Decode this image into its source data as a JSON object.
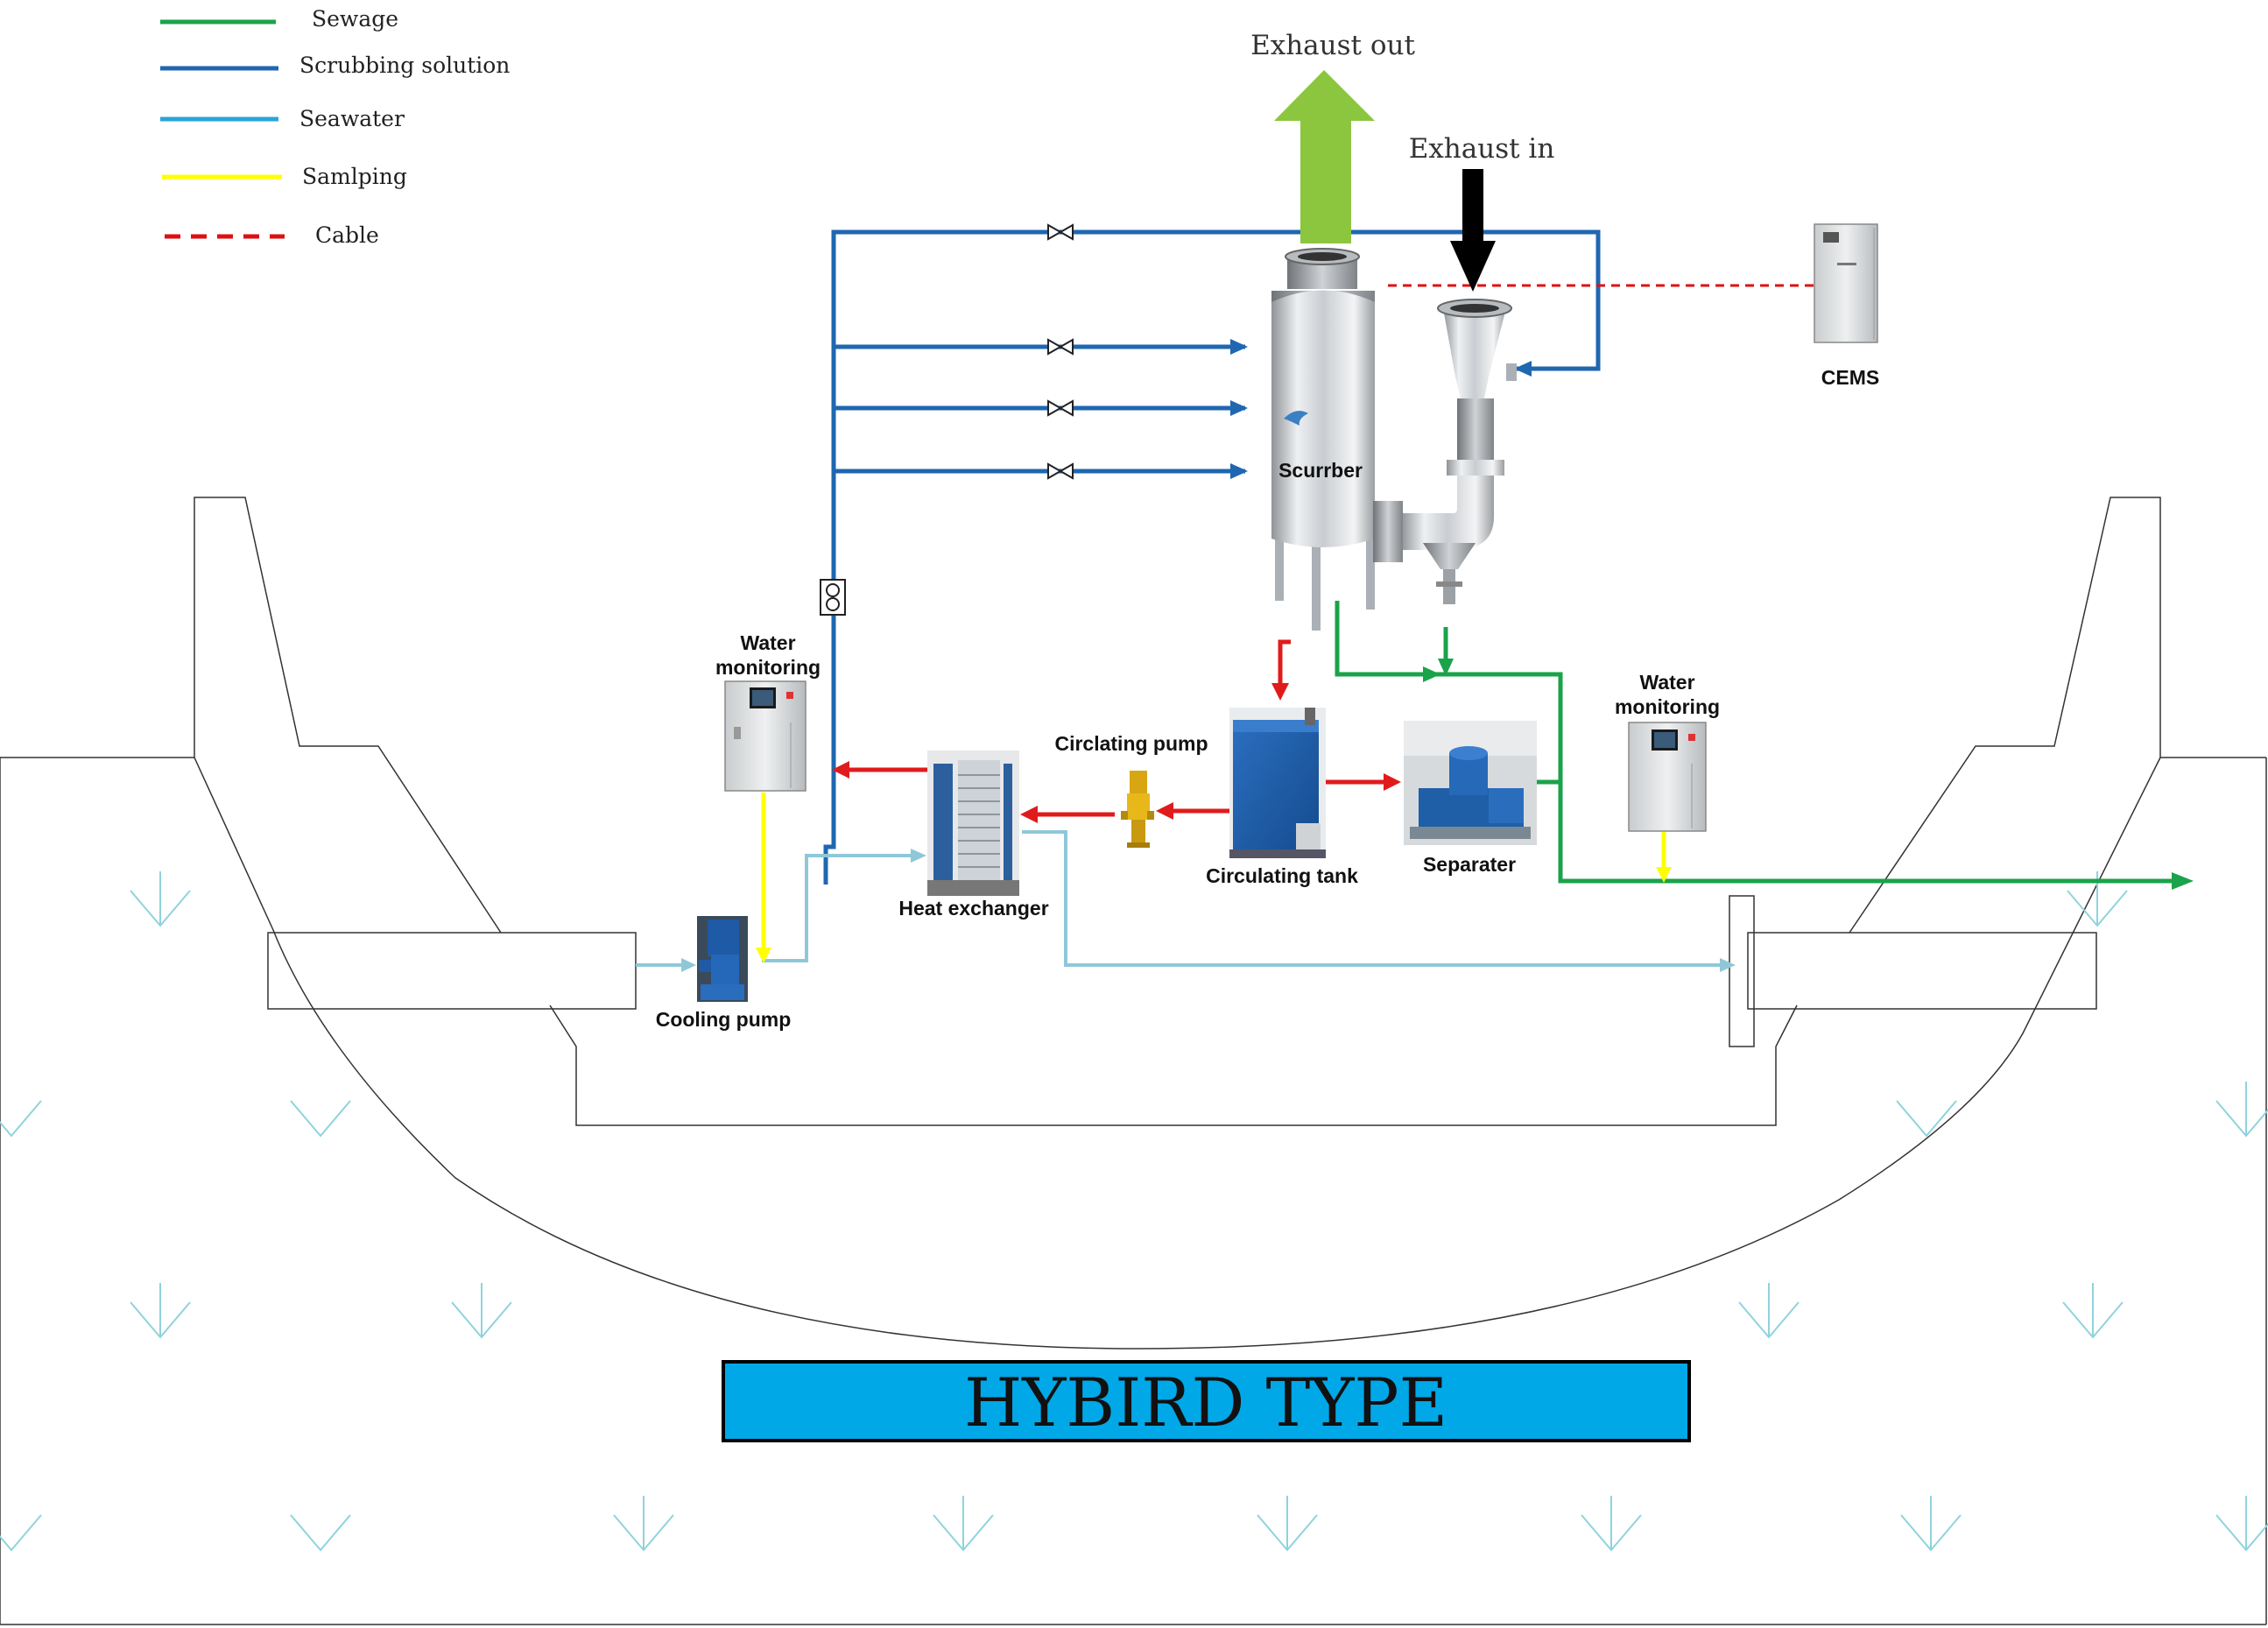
{
  "title": "HYBIRD TYPE",
  "legend": [
    {
      "label": "Sewage",
      "color": "#1aa34a",
      "style": "solid"
    },
    {
      "label": "Scrubbing solution",
      "color": "#1f67b0",
      "style": "solid"
    },
    {
      "label": "Seawater",
      "color": "#2aa4d8",
      "style": "solid"
    },
    {
      "label": "Samlping",
      "color": "#ffff00",
      "style": "solid"
    },
    {
      "label": "Cable",
      "color": "#dd1111",
      "style": "dashed"
    }
  ],
  "labels": {
    "exhaust_out": "Exhaust out",
    "exhaust_in": "Exhaust in",
    "cems": "CEMS",
    "scrubber": "Scurrber",
    "water_monitoring_line1": "Water",
    "water_monitoring_line2": "monitoring",
    "circulating_pump": "Circlating pump",
    "circulating_tank": "Circulating tank",
    "separator": "Separater",
    "heat_exchanger": "Heat exchanger",
    "cooling_pump": "Cooling pump"
  },
  "colors": {
    "sewage": "#1aa34a",
    "scrubbing": "#1f67b0",
    "seawater": "#8ec8d8",
    "sampling": "#ffff00",
    "cable": "#dd1111",
    "hot_flow": "#e01b1b",
    "exhaust_out_arrow": "#8cc63f",
    "title_bar": "#00a8e8"
  },
  "icons": [
    "valve-icon",
    "flow-meter-icon",
    "down-arrow-water-icon"
  ]
}
